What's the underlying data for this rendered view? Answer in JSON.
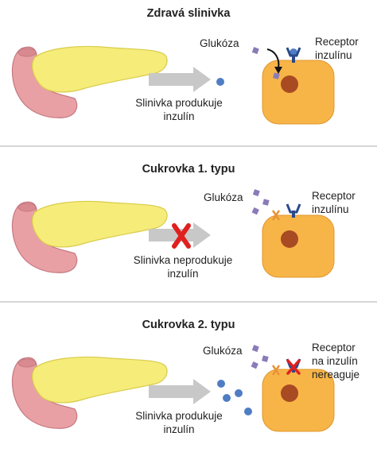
{
  "panels": [
    {
      "title": "Zdravá slinivka",
      "caption_line1": "Slinivka produkuje",
      "caption_line2": "inzulín",
      "glucose_label": "Glukóza",
      "receptor_line1": "Receptor",
      "receptor_line2": "inzulínu",
      "receptor_line3": ""
    },
    {
      "title": "Cukrovka 1. typu",
      "caption_line1": "Slinivka neprodukuje",
      "caption_line2": "inzulín",
      "glucose_label": "Glukóza",
      "receptor_line1": "Receptor",
      "receptor_line2": "inzulínu",
      "receptor_line3": ""
    },
    {
      "title": "Cukrovka 2. typu",
      "caption_line1": "Slinivka produkuje",
      "caption_line2": "inzulín",
      "glucose_label": "Glukóza",
      "receptor_line1": "Receptor",
      "receptor_line2": "na inzulín",
      "receptor_line3": "nereaguje"
    }
  ],
  "colors": {
    "pancreas_body": "#f5ec7a",
    "duodenum": "#e8a0a5",
    "arrow": "#c8c8c8",
    "block_x": "#e0201e",
    "insulin": "#4f7dc4",
    "glucose": "#8a7bb8",
    "cell": "#f7b548",
    "nucleus": "#a84a22",
    "receptor_healthy": "#2a4a8a",
    "receptor_open": "#e8923a"
  }
}
